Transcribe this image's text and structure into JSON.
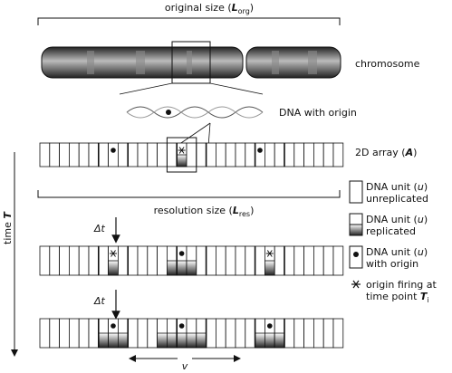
{
  "header": {
    "original_size_label": "original size (",
    "original_size_symbol": "L",
    "original_size_subscript": "org",
    "original_size_close": ")"
  },
  "labels": {
    "chromosome": "chromosome",
    "dna_with_origin": "DNA with origin",
    "array_prefix": "2D array (",
    "array_symbol": "A",
    "array_close": ")",
    "resolution_prefix": "resolution size (",
    "resolution_symbol": "L",
    "resolution_subscript": "res",
    "resolution_close": ")",
    "time_axis": "time ",
    "time_symbol": "T",
    "delta_t_1": "Δt",
    "delta_t_2": "Δt",
    "velocity": "v"
  },
  "legend": {
    "unreplicated_line1": "DNA unit (",
    "unreplicated_sym": "u",
    "unreplicated_close": ")",
    "unreplicated_line2": "unreplicated",
    "replicated_line1": "DNA unit (",
    "replicated_sym": "u",
    "replicated_close": ")",
    "replicated_line2": "replicated",
    "origin_line1": "DNA unit (",
    "origin_sym": "u",
    "origin_close": ")",
    "origin_line2": "with origin",
    "firing_line1": "origin firing at",
    "firing_line2": "time point ",
    "firing_symbol": "T",
    "firing_subscript": "i"
  }
}
